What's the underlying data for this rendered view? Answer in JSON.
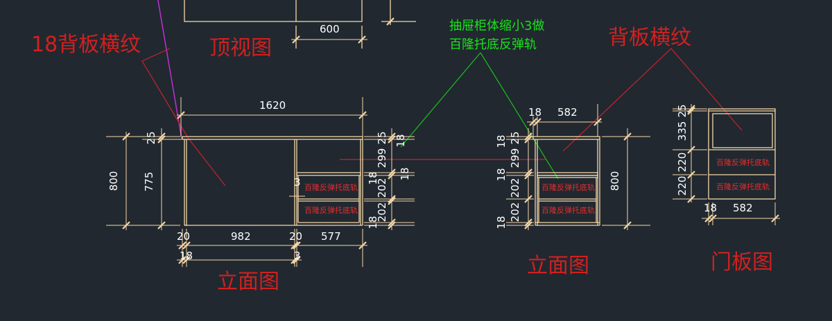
{
  "labels": {
    "back_panel_18": "18背板横纹",
    "top_view": "顶视图",
    "elevation_left": "立面图",
    "elevation_mid": "立面图",
    "back_panel": "背板横纹",
    "door_panel": "门板图",
    "drawer_note_line1": "抽屉柜体缩小3做",
    "drawer_note_line2": "百隆托底反弹轨",
    "rail": "百隆反弹托底轨"
  },
  "dims": {
    "top_600": "600",
    "w_1620": "1620",
    "h_800": "800",
    "h_775": "775",
    "h_25": "25",
    "w_20a": "20",
    "w_982": "982",
    "w_20b": "20",
    "w_577": "577",
    "w_18": "18",
    "w_3a": "3",
    "w_3b": "3",
    "s_25": "25",
    "s_18a": "18",
    "s_299": "299",
    "s_18b": "18",
    "s_202a": "202",
    "s_18c": "18",
    "s_202b": "202",
    "s_18d": "18",
    "m_18top": "18",
    "m_582": "582",
    "m_18a": "18",
    "m_25": "25",
    "m_299": "299",
    "m_18b": "18",
    "m_202a": "202",
    "m_202b": "202",
    "m_18c": "18",
    "m_800": "800",
    "d_25": "25",
    "d_335": "335",
    "d_220a": "220",
    "d_220b": "220",
    "d_18": "18",
    "d_582": "582"
  },
  "colors": {
    "background": "#212830",
    "lines": "#f6d7a7",
    "annotation_red": "#d0211f",
    "annotation_green": "#19e319",
    "leader_magenta": "#c030d0"
  }
}
